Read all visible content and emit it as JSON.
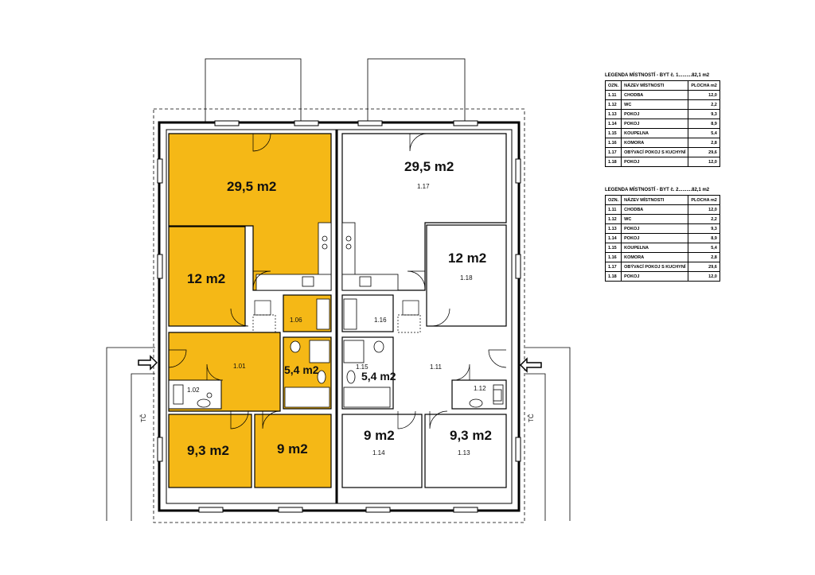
{
  "colors": {
    "occupied_room": "#f5b816",
    "wall": "#000000",
    "free_room": "#ffffff"
  },
  "left_unit": {
    "living_area": "29,5 m2",
    "room_12": "12 m2",
    "room_93": "9,3 m2",
    "room_9": "9 m2",
    "bath": "5,4 m2",
    "hall_code": "1.01",
    "wc_code": "1.02",
    "storage_code": "1.06"
  },
  "right_unit": {
    "living_area": "29,5 m2",
    "living_code": "1.17",
    "room_12": "12 m2",
    "room_12_code": "1.18",
    "storage_code": "1.16",
    "bath": "5,4 m2",
    "bath_code": "1.15",
    "hall_code": "1.11",
    "wc_code": "1.12",
    "room_9": "9 m2",
    "room_9_code": "1.14",
    "room_93": "9,3 m2",
    "room_93_code": "1.13"
  },
  "side_tags": {
    "left": "TČ",
    "right": "TČ"
  },
  "legend_1": {
    "title": "LEGENDA MÍSTNOSTÍ - BYT č. 1..........82,1 m2",
    "header": [
      "OZN.",
      "NÁZEV MÍSTNOSTI",
      "PLOCHA m2"
    ],
    "rows": [
      [
        "1.11",
        "CHODBA",
        "12,0"
      ],
      [
        "1.12",
        "WC",
        "2,2"
      ],
      [
        "1.13",
        "POKOJ",
        "9,3"
      ],
      [
        "1.14",
        "POKOJ",
        "8,9"
      ],
      [
        "1.15",
        "KOUPELNA",
        "5,4"
      ],
      [
        "1.16",
        "KOMORA",
        "2,8"
      ],
      [
        "1.17",
        "OBÝVACÍ POKOJ S KUCHYNÍ",
        "29,6"
      ],
      [
        "1.18",
        "POKOJ",
        "12,0"
      ]
    ]
  },
  "legend_2": {
    "title": "LEGENDA MÍSTNOSTÍ - BYT č. 2..........82,1 m2",
    "header": [
      "OZN.",
      "NÁZEV MÍSTNOSTI",
      "PLOCHA m2"
    ],
    "rows": [
      [
        "1.11",
        "CHODBA",
        "12,0"
      ],
      [
        "1.12",
        "WC",
        "2,2"
      ],
      [
        "1.13",
        "POKOJ",
        "9,3"
      ],
      [
        "1.14",
        "POKOJ",
        "8,9"
      ],
      [
        "1.15",
        "KOUPELNA",
        "5,4"
      ],
      [
        "1.16",
        "KOMORA",
        "2,8"
      ],
      [
        "1.17",
        "OBÝVACÍ POKOJ S KUCHYNÍ",
        "29,6"
      ],
      [
        "1.18",
        "POKOJ",
        "12,0"
      ]
    ]
  }
}
